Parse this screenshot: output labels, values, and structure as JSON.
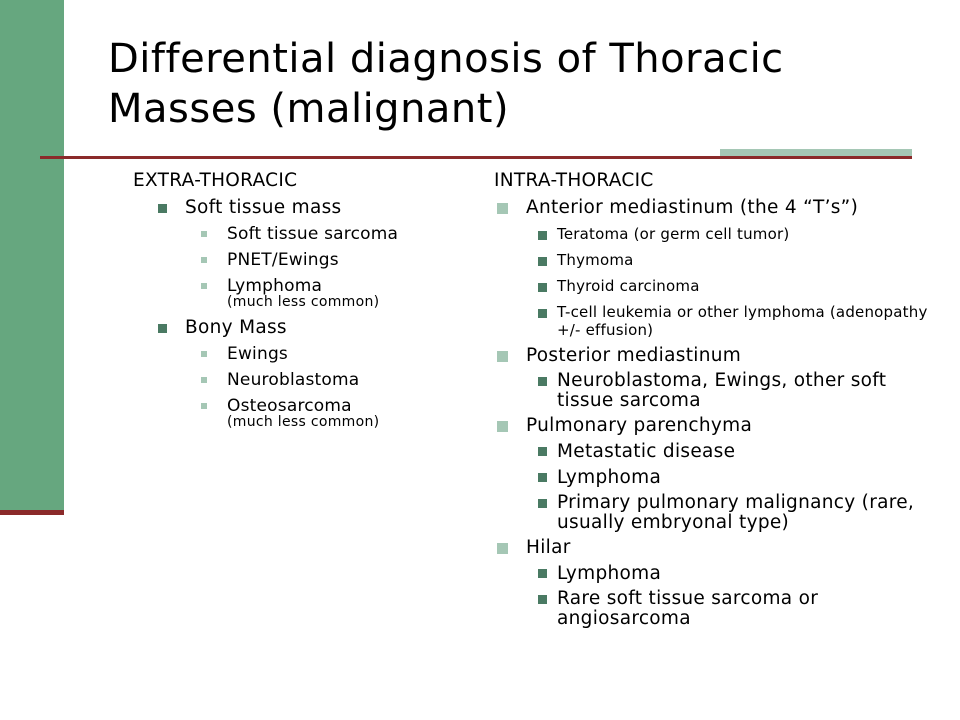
{
  "slide": {
    "title": "Differential diagnosis of Thoracic Masses (malignant)",
    "colors": {
      "sidebar": "#66a77f",
      "rule": "#8b2a2a",
      "accent": "#a5c7b5",
      "bullet_dark": "#4a7a63"
    }
  },
  "left": {
    "heading": "EXTRA-THORACIC",
    "sections": [
      {
        "label": "Soft tissue mass",
        "items": [
          {
            "text": "Soft tissue sarcoma",
            "note": ""
          },
          {
            "text": "PNET/Ewings",
            "note": ""
          },
          {
            "text": "Lymphoma",
            "note": "(much less common)"
          }
        ]
      },
      {
        "label": "Bony Mass",
        "items": [
          {
            "text": "Ewings",
            "note": ""
          },
          {
            "text": "Neuroblastoma",
            "note": ""
          },
          {
            "text": "Osteosarcoma",
            "note": "(much less common)"
          }
        ]
      }
    ]
  },
  "right": {
    "heading": "INTRA-THORACIC",
    "sections": [
      {
        "label": "Anterior mediastinum (the 4 “T’s”)",
        "items": [
          "Teratoma (or germ cell tumor)",
          "Thymoma",
          "Thyroid carcinoma",
          "T-cell leukemia or other lymphoma (adenopathy +/- effusion)"
        ]
      },
      {
        "label": "Posterior mediastinum",
        "items": [
          "Neuroblastoma, Ewings, other soft tissue sarcoma"
        ]
      },
      {
        "label": "Pulmonary parenchyma",
        "items": [
          "Metastatic disease",
          "Lymphoma",
          "Primary pulmonary malignancy (rare, usually embryonal type)"
        ]
      },
      {
        "label": "Hilar",
        "items": [
          "Lymphoma",
          "Rare soft tissue sarcoma or angiosarcoma"
        ]
      }
    ]
  }
}
